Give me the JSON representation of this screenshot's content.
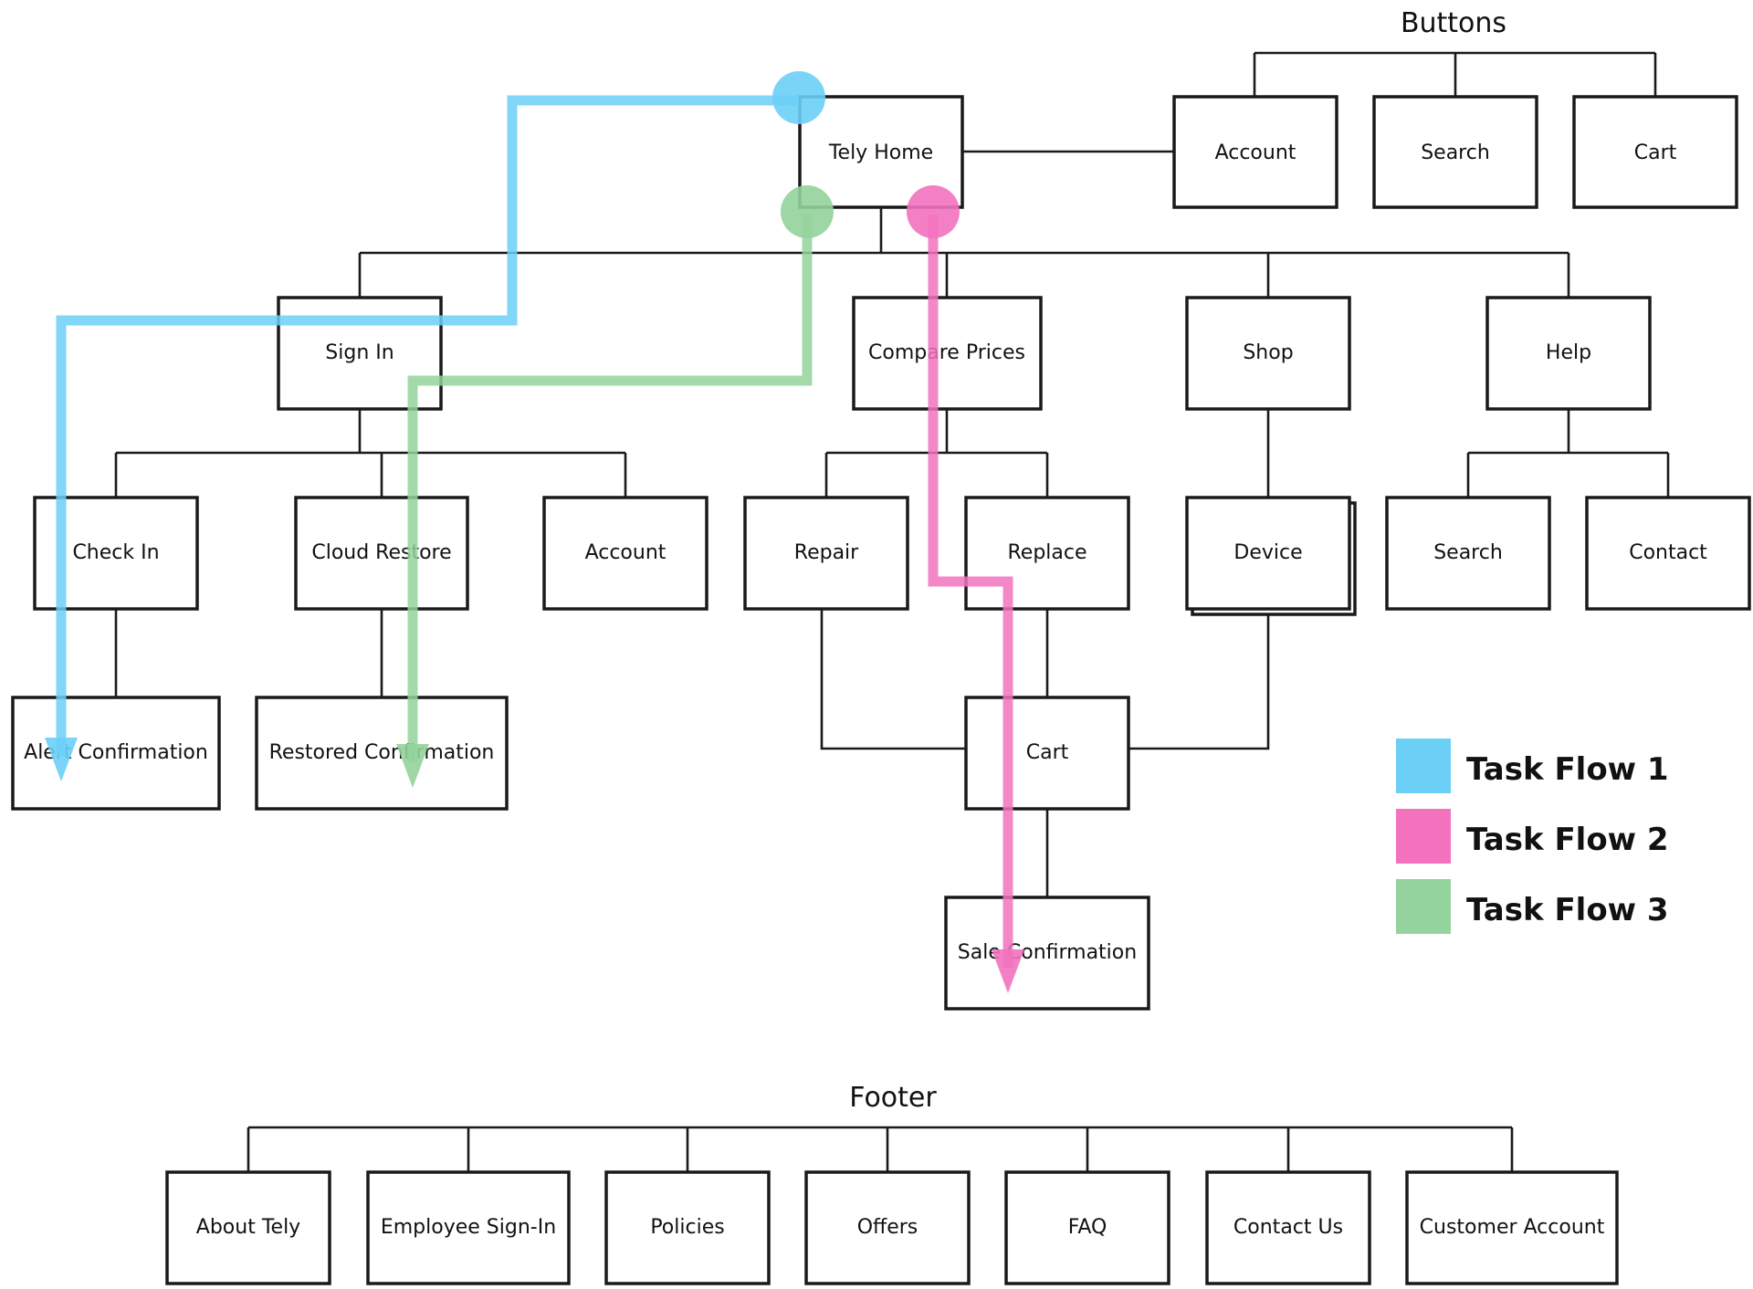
{
  "sections": {
    "buttons_title": "Buttons",
    "footer_title": "Footer"
  },
  "nodes": {
    "home": "Tely Home",
    "btn_account": "Account",
    "btn_search": "Search",
    "btn_cart": "Cart",
    "sign_in": "Sign In",
    "compare_prices": "Compare Prices",
    "shop": "Shop",
    "help": "Help",
    "check_in": "Check In",
    "cloud_restore": "Cloud Restore",
    "account": "Account",
    "repair": "Repair",
    "replace": "Replace",
    "device": "Device",
    "help_search": "Search",
    "help_contact": "Contact",
    "alert_confirmation": "Alert Confirmation",
    "restored_confirmation": "Restored Confirmation",
    "cart": "Cart",
    "sale_confirmation": "Sale Confirmation"
  },
  "footer": {
    "items": [
      "About Tely",
      "Employee Sign-In",
      "Policies",
      "Offers",
      "FAQ",
      "Contact Us",
      "Customer Account"
    ]
  },
  "legend": [
    {
      "label": "Task Flow 1",
      "color": "#6ccff6"
    },
    {
      "label": "Task Flow 2",
      "color": "#f272be"
    },
    {
      "label": "Task Flow 3",
      "color": "#94d39b"
    }
  ]
}
